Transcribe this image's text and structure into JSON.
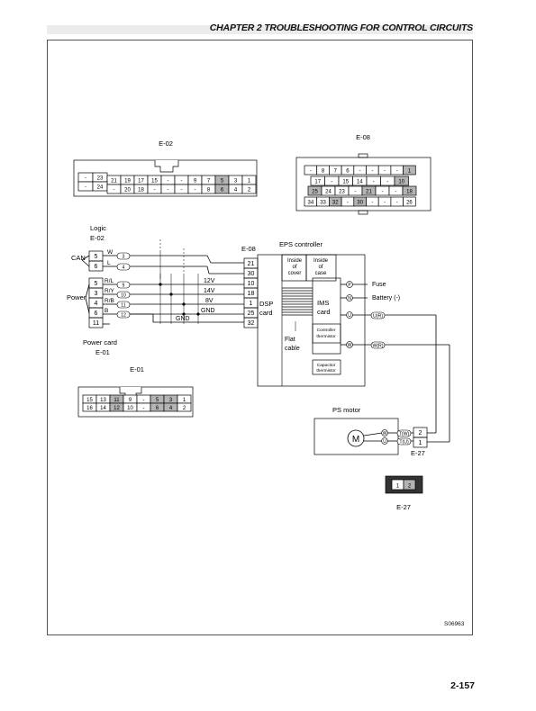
{
  "header": {
    "chapter_title": "CHAPTER 2 TROUBLESHOOTING FOR CONTROL CIRCUITS"
  },
  "footer": {
    "page_number": "2-157"
  },
  "figure": {
    "figure_id": "S06963",
    "connector_e02": {
      "label": "E-02",
      "top_row": [
        "-",
        "23",
        "21",
        "19",
        "17",
        "15",
        "-",
        "-",
        "9",
        "7",
        "5",
        "3",
        "1"
      ],
      "bottom_row": [
        "-",
        "24",
        "-",
        "20",
        "18",
        "-",
        "-",
        "-",
        "-",
        "8",
        "6",
        "4",
        "2"
      ]
    },
    "connector_e08": {
      "label": "E-08",
      "row1": [
        "-",
        "8",
        "7",
        "6",
        "-",
        "-",
        "-",
        "-",
        "1"
      ],
      "row2": [
        "17",
        "-",
        "15",
        "14",
        "-",
        "-",
        "10"
      ],
      "row3": [
        "25",
        "24",
        "23",
        "-",
        "21",
        "-",
        "-",
        "18"
      ],
      "row4": [
        "34",
        "33",
        "32",
        "-",
        "30",
        "-",
        "-",
        "-",
        "26"
      ]
    },
    "connector_e01": {
      "label": "E-01",
      "top_row": [
        "15",
        "13",
        "11",
        "9",
        "-",
        "5",
        "3",
        "1"
      ],
      "bottom_row": [
        "16",
        "14",
        "12",
        "10",
        "-",
        "6",
        "4",
        "2"
      ]
    },
    "connector_e27": {
      "label": "E-27",
      "pins": [
        "1",
        "2"
      ]
    },
    "logic": {
      "title": "Logic",
      "connector": "E-02",
      "can_label": "CAN",
      "pins": [
        "5",
        "6"
      ],
      "wire_colors": [
        "W",
        "L"
      ],
      "wire_ids": [
        "3",
        "4"
      ]
    },
    "power": {
      "label": "Power",
      "card_label": "Power card",
      "connector": "E-01",
      "pins": [
        "5",
        "3",
        "4",
        "6",
        "11"
      ],
      "wire_colors": [
        "R/L",
        "R/Y",
        "R/B",
        "B"
      ],
      "wire_ids": [
        "9",
        "10",
        "11",
        "12"
      ]
    },
    "voltages": [
      "12V",
      "14V",
      "8V",
      "GND",
      "GND"
    ],
    "eps": {
      "title": "EPS controller",
      "connector": "E-08",
      "pins": [
        "21",
        "30",
        "10",
        "18",
        "1",
        "25",
        "32"
      ],
      "dsp_card": [
        "DSP",
        "card"
      ],
      "inside_cover": [
        "Inside",
        "of",
        "cover"
      ],
      "inside_case": [
        "Inside",
        "of",
        "case"
      ],
      "flat_cable": [
        "Flat",
        "cable"
      ],
      "ims_card": [
        "IMS",
        "card"
      ],
      "controller_thermistor": [
        "Controller",
        "thermistor"
      ],
      "capacitor_thermistor": [
        "Capacitor",
        "thermistor"
      ],
      "terminals": [
        "P",
        "N",
        "U",
        "W"
      ],
      "fuse_label": "Fuse",
      "battery_label": "Battery (-)",
      "tag_u": "U(R)",
      "tag_w": "W(R)"
    },
    "ps_motor": {
      "title": "PS motor",
      "motor_symbol": "M",
      "terminals": [
        "W",
        "U"
      ],
      "tags": [
        "T(W)",
        "T(U)"
      ],
      "pins": [
        "2",
        "1"
      ],
      "connector": "E-27"
    }
  }
}
